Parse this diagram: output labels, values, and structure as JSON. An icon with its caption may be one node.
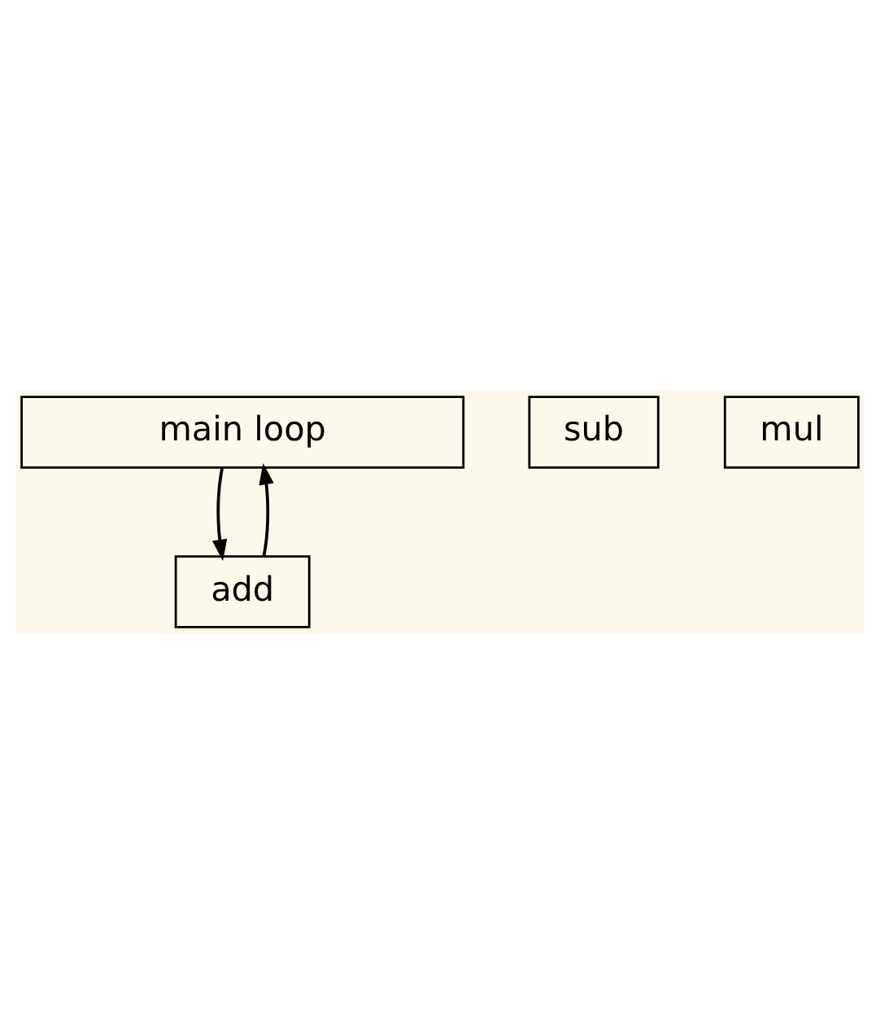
{
  "diagram": {
    "nodes": [
      {
        "text": [
          "main loop"
        ]
      },
      {
        "text": [
          "add"
        ]
      },
      {
        "text": [
          "sub"
        ]
      },
      {
        "text": [
          "mul"
        ]
      }
    ],
    "edges": [
      {
        "from": 0,
        "to": 1,
        "arrow": "to"
      },
      {
        "from": 1,
        "to": 0,
        "arrow": "to"
      }
    ]
  }
}
